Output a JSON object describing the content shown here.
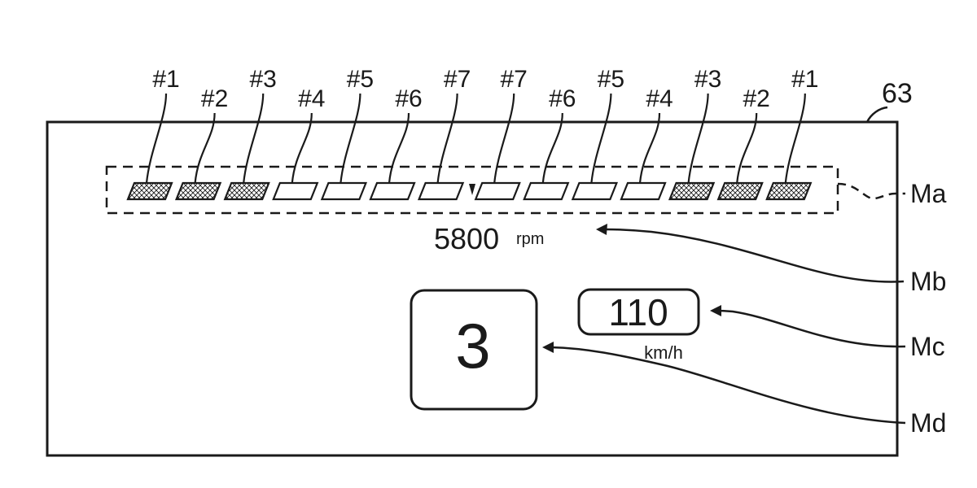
{
  "figure_ref": "63",
  "rev_indicator": {
    "lamp_labels": [
      "#1",
      "#2",
      "#3",
      "#4",
      "#5",
      "#6",
      "#7",
      "#7",
      "#6",
      "#5",
      "#4",
      "#3",
      "#2",
      "#1"
    ],
    "lamp_lit": [
      true,
      true,
      true,
      false,
      false,
      false,
      false,
      false,
      false,
      false,
      false,
      true,
      true,
      true
    ]
  },
  "rpm": {
    "value": "5800",
    "unit": "rpm"
  },
  "speed": {
    "value": "110",
    "unit": "km/h"
  },
  "gear": {
    "value": "3"
  },
  "callouts": {
    "ma": "Ma",
    "mb": "Mb",
    "mc": "Mc",
    "md": "Md"
  },
  "colors": {
    "ink": "#1a1a1a",
    "background": "#ffffff"
  }
}
